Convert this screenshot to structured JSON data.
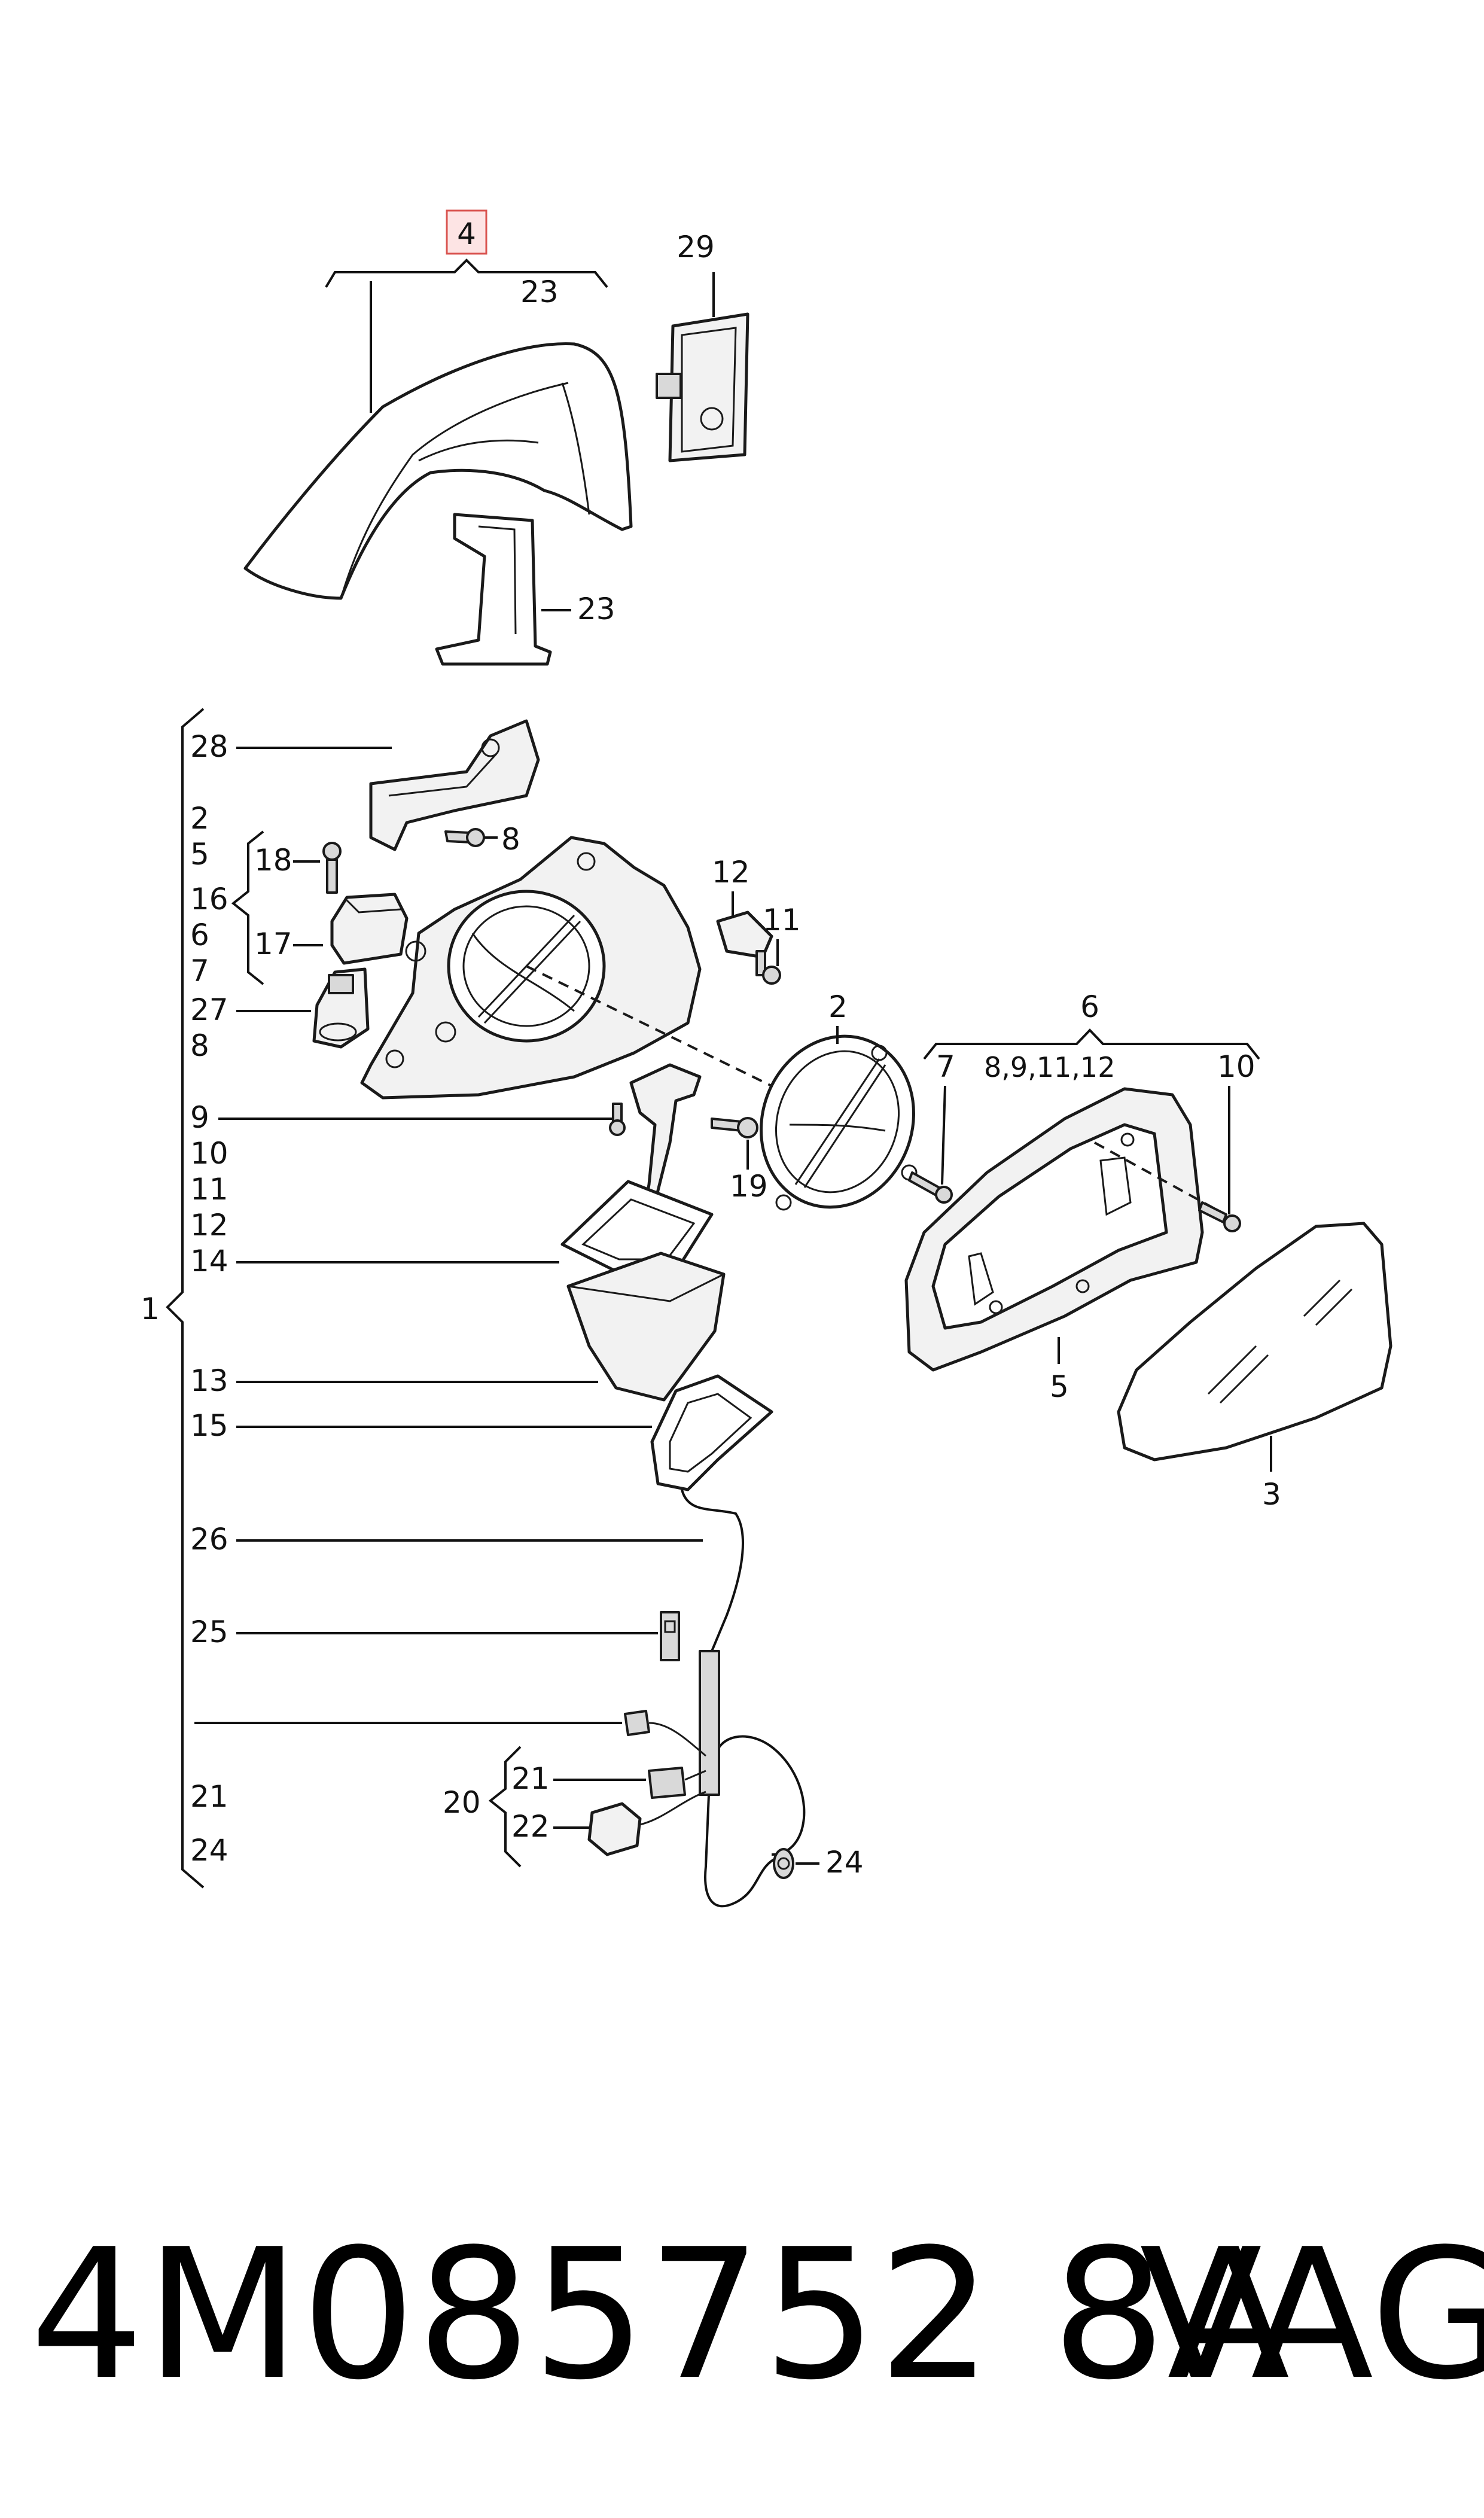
{
  "labels": {
    "l4": "4",
    "l29": "29",
    "l23a": "23",
    "l23b": "23",
    "l28": "28",
    "l2a": "2",
    "l5a": "5",
    "l16": "16",
    "l6a": "6",
    "l7a": "7",
    "l18": "18",
    "l17": "17",
    "l8a": "8",
    "l27": "27",
    "l8b": "8",
    "l9": "9",
    "l10a": "10",
    "l11a": "11",
    "l12a": "12",
    "l14": "14",
    "l1": "1",
    "l13": "13",
    "l15": "15",
    "l26": "26",
    "l25": "25",
    "l21a": "21",
    "l24a": "24",
    "l20": "20",
    "l21b": "21",
    "l22": "22",
    "l24b": "24",
    "l12b": "12",
    "l11b": "11",
    "l19": "19",
    "l2b": "2",
    "l6b": "6",
    "l7b": "7",
    "l8seq": "8,9,11,12",
    "l10b": "10",
    "l5b": "5",
    "l3": "3"
  },
  "footer": {
    "part_number": "4M085752 8A",
    "brand": "VAG"
  },
  "colors": {
    "highlight_fill": "#fde4e4",
    "highlight_stroke": "#d9534f",
    "ink": "#111111"
  }
}
